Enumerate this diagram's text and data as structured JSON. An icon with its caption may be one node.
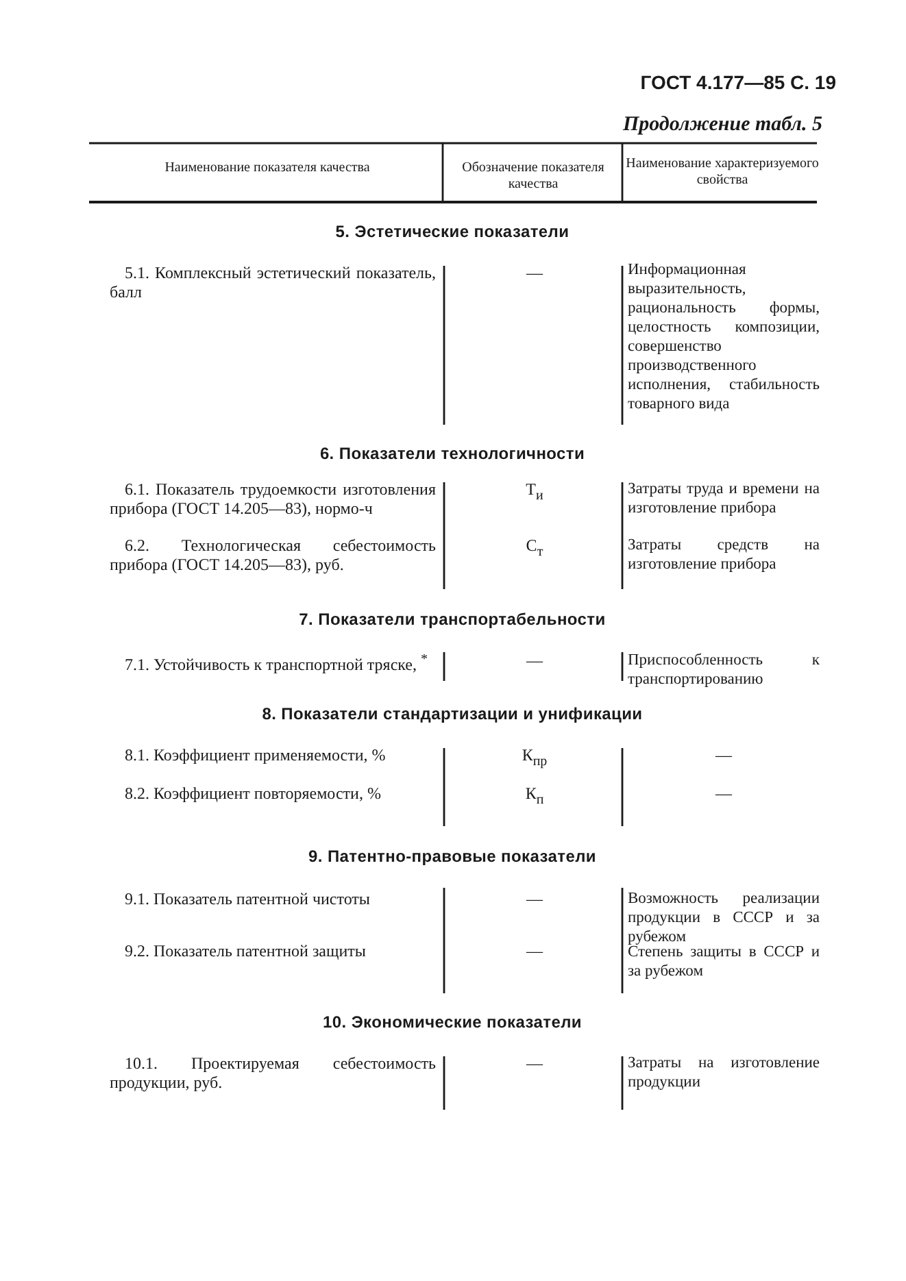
{
  "diagram": {
    "labels": [
      "ГОСТ 4.177—85 С. 19",
      "Продолжение табл. 5",
      "Наименование показателя качества",
      "Обозначение показателя качества",
      "Наименование характеризуемого свойства",
      "5. Эстетические показатели",
      "5.1. Комплексный эстетический показатель, балл",
      "—",
      "Информационная выразительность, рациональность формы, целостность композиции, совершенство производственного исполнения, стабильность товарного вида",
      "6. Показатели технологичности",
      "6.1. Показатель трудоемкости изготовления прибора (ГОСТ 14.205—83), нормо-ч",
      "Т$_{и}$",
      "Затраты труда и времени на изготовление прибора",
      "6.2. Технологическая себестоимость прибора (ГОСТ 14.205—83), руб.",
      "С$_{т}$",
      "Затраты средств на изготовление прибора",
      "7. Показатели транспортабельности",
      "7.1. Устойчивость к транспортной тряске, $^{*}$",
      "—",
      "Приспособленность к транспортированию",
      "8. Показатели стандартизации и унификации",
      "8.1. Коэффициент применяемости, %",
      "К$_{пр}$",
      "—",
      "8.2. Коэффициент повторяемости, %",
      "К$_{п}$",
      "—",
      "9. Патентно-правовые показатели",
      "9.1. Показатель патентной чистоты",
      "—",
      "Возможность реализации продукции в СССР и за рубежом",
      "9.2. Показатель патентной защиты",
      "—",
      "Степень защиты в СССР и за рубежом",
      "10. Экономические показатели",
      "10.1. Проектируемая себестоимость продукции, руб.",
      "—",
      "Затраты на изготовление продукции"
    ]
  }
}
